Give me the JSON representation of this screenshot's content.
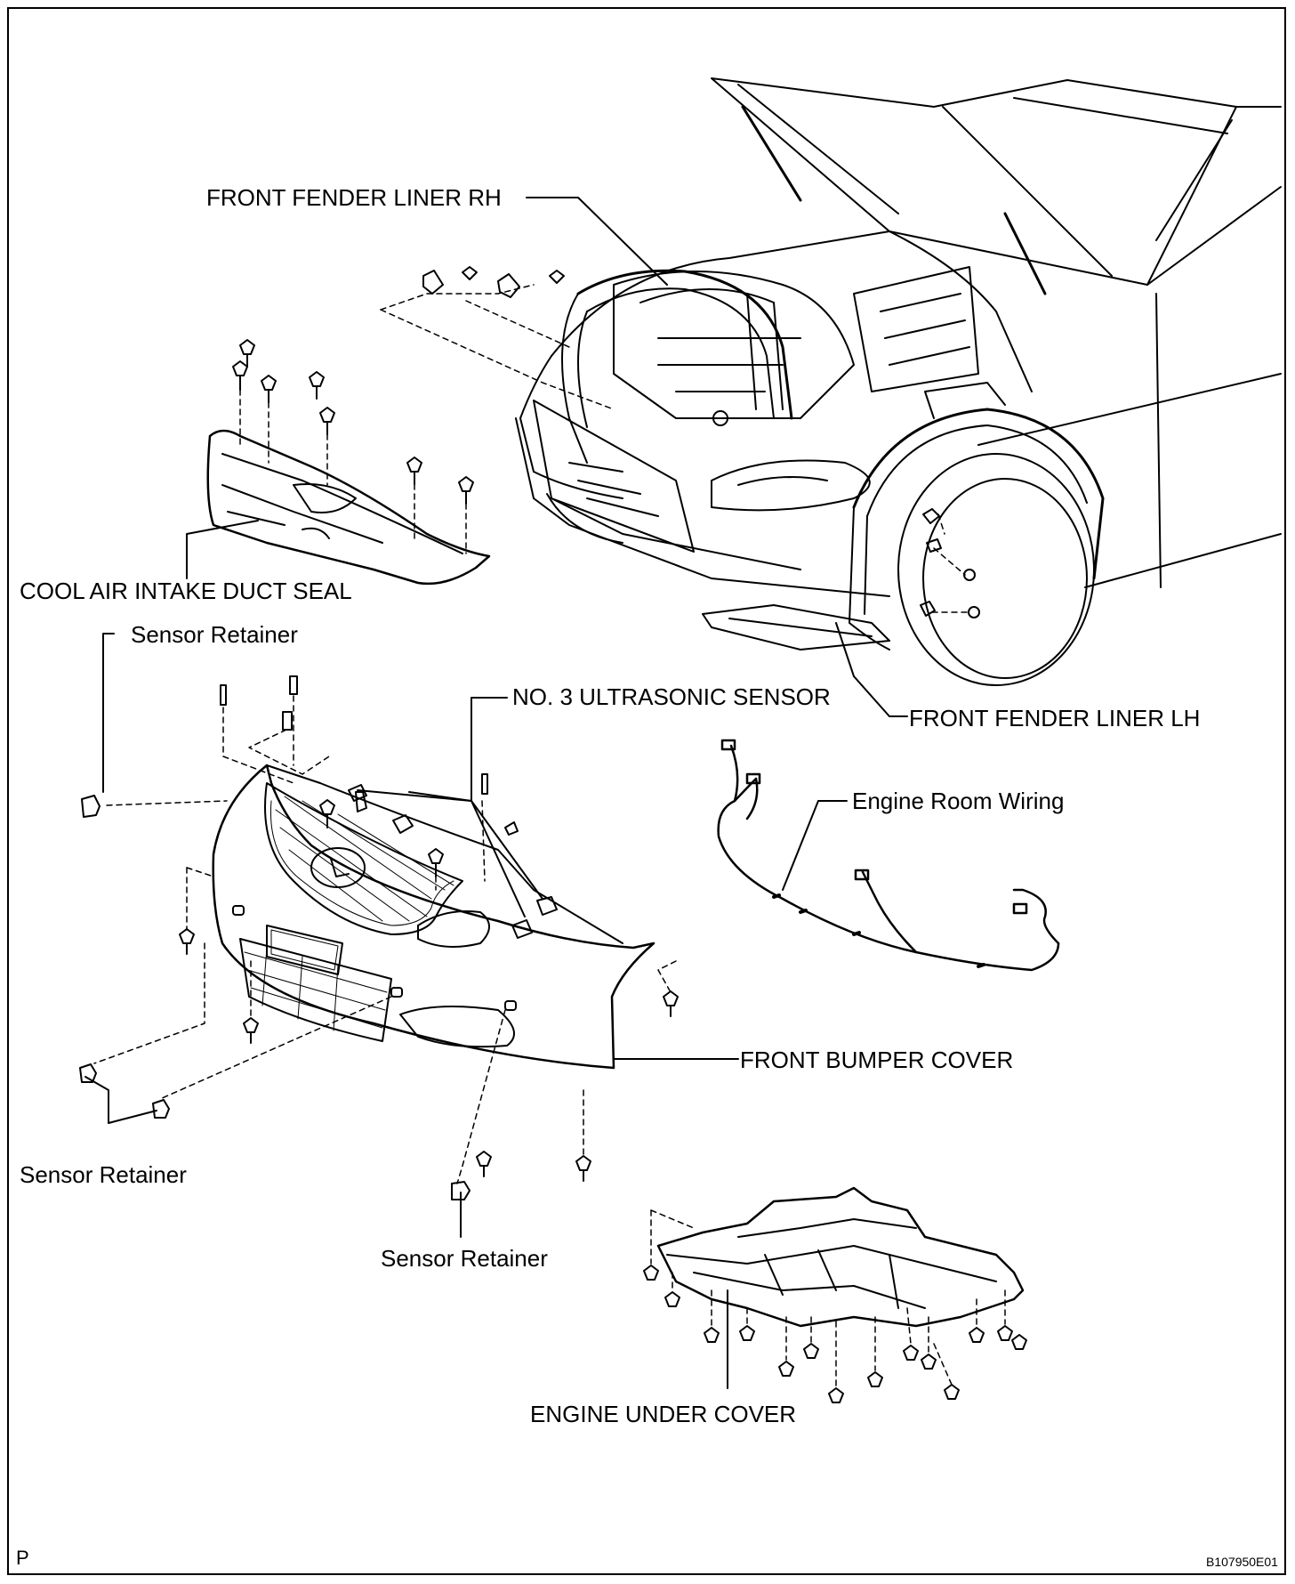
{
  "labels": {
    "front_fender_liner_rh": "FRONT FENDER LINER RH",
    "cool_air_intake_duct_seal": "COOL AIR INTAKE DUCT SEAL",
    "sensor_retainer_top": "Sensor Retainer",
    "no3_ultrasonic_sensor": "NO. 3 ULTRASONIC SENSOR",
    "front_fender_liner_lh": "FRONT FENDER LINER LH",
    "engine_room_wiring": "Engine Room Wiring",
    "front_bumper_cover": "FRONT BUMPER COVER",
    "sensor_retainer_left": "Sensor Retainer",
    "sensor_retainer_bottom": "Sensor Retainer",
    "engine_under_cover": "ENGINE UNDER COVER"
  },
  "footer": {
    "corner_mark": "P",
    "figure_code": "B107950E01"
  }
}
